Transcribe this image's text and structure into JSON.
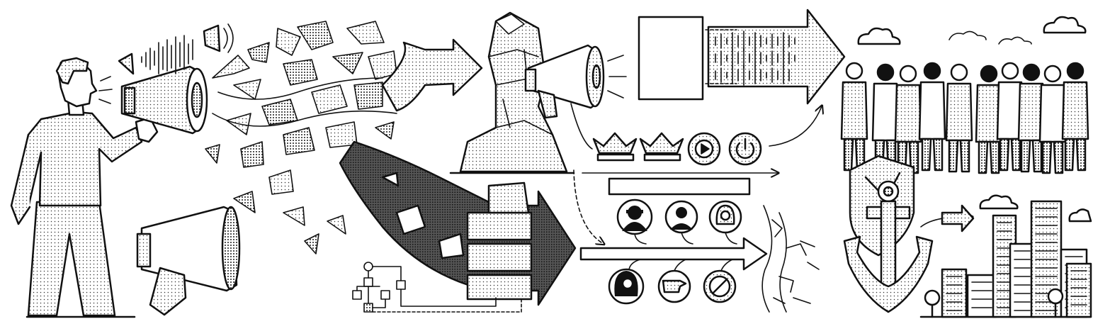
{
  "illustration": {
    "palette": {
      "ink": "#111111",
      "paper": "#ffffff"
    },
    "icons": [
      "person-with-megaphone",
      "megaphone",
      "shattered-fragments",
      "broken-stone-pillar",
      "blank-rectangle",
      "sound-wave-arrow",
      "crown",
      "play-button",
      "power-button",
      "empty-bar",
      "masked-person",
      "person-avatar",
      "woman-avatar",
      "pointing-hand",
      "prohibited-sign",
      "flowchart",
      "stacked-blocks",
      "crowd-of-people",
      "cloud",
      "shield",
      "anchor",
      "city-skyline",
      "tree"
    ]
  }
}
